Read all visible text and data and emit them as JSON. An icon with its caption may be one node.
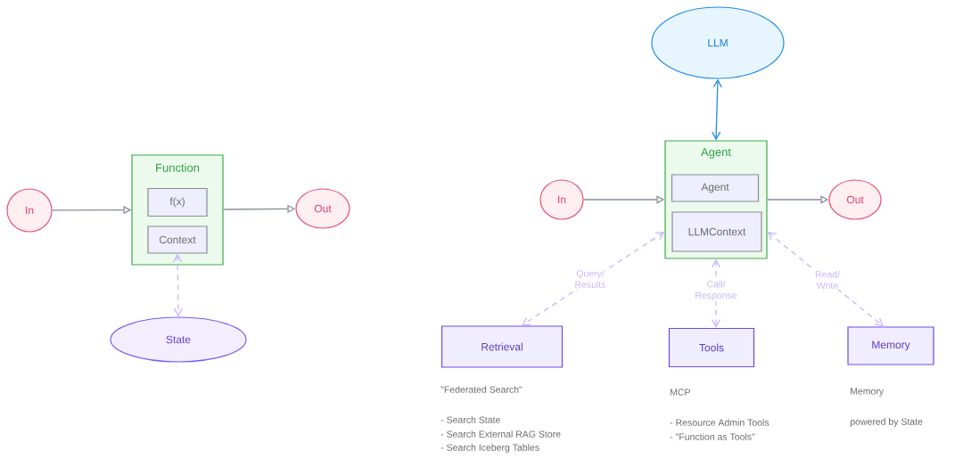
{
  "diagram": {
    "nodes": [
      {
        "text": [
          "In"
        ]
      },
      {
        "text": [
          "Function"
        ]
      },
      {
        "text": [
          "f(x)"
        ],
        "in": 1
      },
      {
        "text": [
          "Context"
        ],
        "in": 1
      },
      {
        "text": [
          "Out"
        ]
      },
      {
        "text": [
          "State"
        ]
      },
      {
        "text": [
          "LLM"
        ]
      },
      {
        "text": [
          "Agent"
        ]
      },
      {
        "text": [
          "Agent"
        ],
        "in": 7
      },
      {
        "text": [
          "LLMContext"
        ],
        "in": 7
      },
      {
        "text": [
          "In"
        ]
      },
      {
        "text": [
          "Out"
        ]
      },
      {
        "text": [
          "Retrieval"
        ],
        "beside": [
          "\"Federated Search\"",
          "- Search State",
          "- Search External RAG Store",
          "- Search Iceberg Tables"
        ]
      },
      {
        "text": [
          "Tools"
        ],
        "beside": [
          "MCP",
          "- Resource Admin Tools",
          "- \"Function as Tools\""
        ]
      },
      {
        "text": [
          "Memory"
        ],
        "beside": [
          "Memory",
          "powered by State"
        ]
      }
    ],
    "edges": [
      {
        "from": 0,
        "to": 1,
        "arrow": "to"
      },
      {
        "from": 1,
        "to": 4,
        "arrow": "to"
      },
      {
        "from": 3,
        "to": 5,
        "arrow": "both",
        "style": "dashed",
        "color": "#c8b6fa"
      },
      {
        "from": 6,
        "to": 7,
        "arrow": "both",
        "color": "#228be6"
      },
      {
        "from": 10,
        "to": 7,
        "arrow": "to"
      },
      {
        "from": 7,
        "to": 11,
        "arrow": "to"
      },
      {
        "from": 7,
        "to": 12,
        "arrow": "both",
        "style": "dashed",
        "color": "#c8b6fa",
        "label": "Query/ Results"
      },
      {
        "from": 7,
        "to": 13,
        "arrow": "both",
        "style": "dashed",
        "color": "#c8b6fa",
        "label": "Call/ Response"
      },
      {
        "from": 7,
        "to": 14,
        "arrow": "both",
        "style": "dashed",
        "color": "#c8b6fa",
        "label": "Read/ Write"
      }
    ]
  }
}
